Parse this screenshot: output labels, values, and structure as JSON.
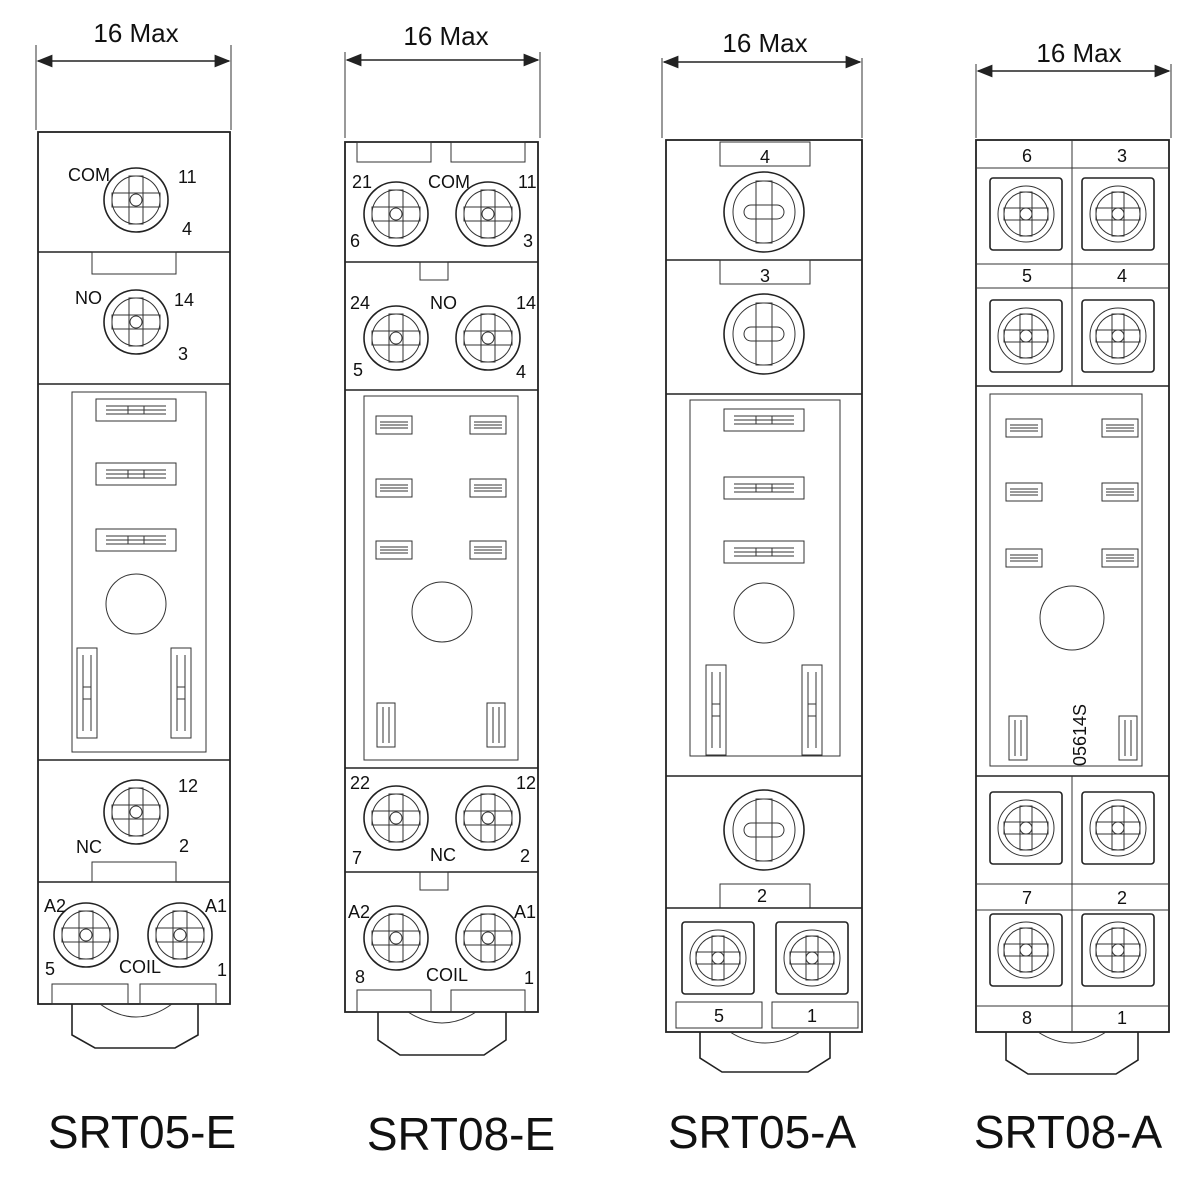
{
  "dimension_label": "16 Max",
  "sockets": [
    {
      "name": "SRT05-E",
      "terminals": {
        "com_label": "COM",
        "com_num_a": "11",
        "com_num_b": "4",
        "no_label": "NO",
        "no_num_a": "14",
        "no_num_b": "3",
        "nc_num_a": "12",
        "nc_label": "NC",
        "nc_num_b": "2",
        "coil_a2": "A2",
        "coil_a1": "A1",
        "coil_num_left": "5",
        "coil_label": "COIL",
        "coil_num_right": "1"
      }
    },
    {
      "name": "SRT08-E",
      "terminals": {
        "top_left_a": "21",
        "com_label": "COM",
        "top_right_a": "11",
        "top_left_b": "6",
        "top_right_b": "3",
        "mid_left_a": "24",
        "no_label": "NO",
        "mid_right_a": "14",
        "mid_left_b": "5",
        "mid_right_b": "4",
        "low_left_a": "22",
        "low_right_a": "12",
        "low_left_b": "7",
        "nc_label": "NC",
        "low_right_b": "2",
        "coil_a2": "A2",
        "coil_a1": "A1",
        "coil_num_left": "8",
        "coil_label": "COIL",
        "coil_num_right": "1"
      }
    },
    {
      "name": "SRT05-A",
      "terminals": {
        "t_top": "4",
        "t_mid": "3",
        "t_low": "2",
        "t_bl": "5",
        "t_br": "1"
      }
    },
    {
      "name": "SRT08-A",
      "terminals": {
        "t1": "6",
        "t2": "3",
        "t3": "5",
        "t4": "4",
        "code": "05614S",
        "t5": "7",
        "t6": "2",
        "t7": "8",
        "t8": "1"
      }
    }
  ]
}
